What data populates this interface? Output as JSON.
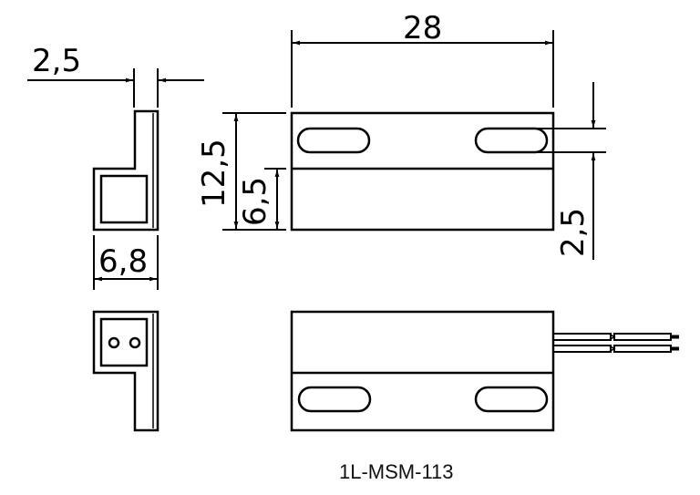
{
  "drawing": {
    "title": "1L-MSM-113",
    "colors": {
      "line": "#000000",
      "background": "#ffffff"
    },
    "dimensions": {
      "side_thickness": "2,5",
      "side_width": "6,8",
      "length": "28",
      "height": "12,5",
      "lower_height": "6,5",
      "slot_width": "2,5"
    },
    "views": [
      {
        "name": "side-view-top",
        "description": "L-shaped profile with square pocket"
      },
      {
        "name": "front-view-top",
        "description": "Rectangular body with two mounting slots on upper flange"
      },
      {
        "name": "side-view-bottom",
        "description": "L-shaped profile with two wire holes"
      },
      {
        "name": "front-view-bottom",
        "description": "Rectangular body with two mounting slots on lower flange and two lead wires"
      }
    ]
  }
}
